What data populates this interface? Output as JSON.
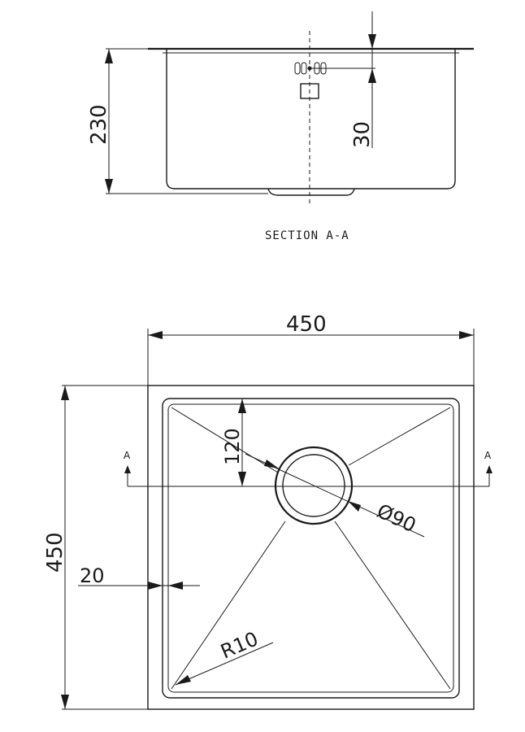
{
  "section_view": {
    "caption": "SECTION A-A",
    "height_label": "230",
    "overflow_label": "30"
  },
  "plan_view": {
    "width_label": "450",
    "height_label": "450",
    "depth_label": "120",
    "drain_label": "Ø90",
    "wall_label": "20",
    "radius_label": "R10",
    "section_marker_left": "A",
    "section_marker_right": "A"
  }
}
